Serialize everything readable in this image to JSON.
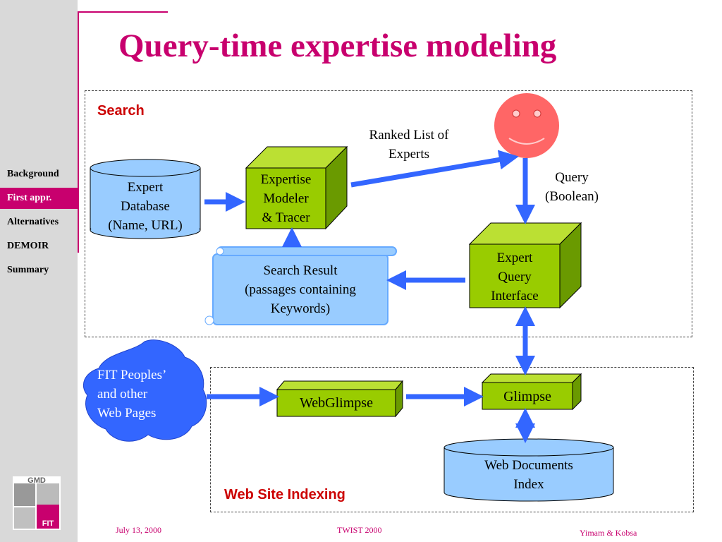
{
  "title": "Query-time expertise modeling",
  "nav": [
    {
      "label": "Background",
      "active": false
    },
    {
      "label": "First appr.",
      "active": true
    },
    {
      "label": "Alternatives",
      "active": false
    },
    {
      "label": "DEMOIR",
      "active": false
    },
    {
      "label": "Summary",
      "active": false
    }
  ],
  "regions": {
    "search": "Search",
    "indexing": "Web Site Indexing"
  },
  "nodes": {
    "expert_db": [
      "Expert",
      "Database",
      "(Name, URL)"
    ],
    "modeler": [
      "Expertise",
      "Modeler",
      "& Tracer"
    ],
    "ranked_list": [
      "Ranked List of",
      "Experts"
    ],
    "query": [
      "Query",
      "(Boolean)"
    ],
    "query_interface": [
      "Expert",
      "Query",
      "Interface"
    ],
    "search_result": [
      "Search Result",
      "(passages containing",
      "Keywords)"
    ],
    "fit_pages": [
      "FIT Peoples’",
      "and other",
      "Web Pages"
    ],
    "webglimpse": "WebGlimpse",
    "glimpse": "Glimpse",
    "web_index": [
      "Web Documents",
      "Index"
    ]
  },
  "logo": {
    "top": "GMD",
    "bottom": "FIT"
  },
  "footer": {
    "date": "July 13, 2000",
    "event": "TWIST 2000",
    "authors": "Yimam & Kobsa"
  },
  "colors": {
    "accent": "#c8006e",
    "box_green": "#99cc00",
    "box_blue": "#99ccff",
    "arrow": "#3366ff",
    "blob": "#3366ff",
    "smiley": "#ff6666"
  }
}
